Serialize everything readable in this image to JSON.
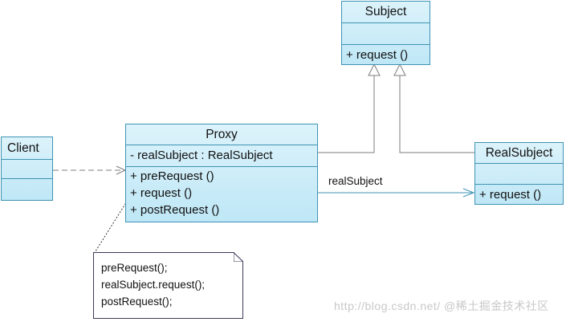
{
  "classes": {
    "subject": {
      "name": "Subject",
      "operations": [
        "+ request ()"
      ]
    },
    "real_subject": {
      "name": "RealSubject",
      "operations": [
        "+ request ()"
      ]
    },
    "client": {
      "name": "Client"
    },
    "proxy": {
      "name": "Proxy",
      "attributes": [
        "- realSubject : RealSubject"
      ],
      "operations": [
        "+ preRequest ()",
        "+ request ()",
        "+ postRequest ()"
      ]
    }
  },
  "association": {
    "label": "realSubject"
  },
  "note": {
    "lines": [
      "preRequest();",
      "realSubject.request();",
      "postRequest();"
    ]
  },
  "watermark": "http://blog.csdn.net/ @稀土掘金技术社区",
  "colors": {
    "class_fill_top": "#dcf3fb",
    "class_fill_bottom": "#bfe7f6",
    "class_border": "#3f93b3",
    "line_gray": "#7c7c7c",
    "arrow_blue": "#3f93b3"
  }
}
